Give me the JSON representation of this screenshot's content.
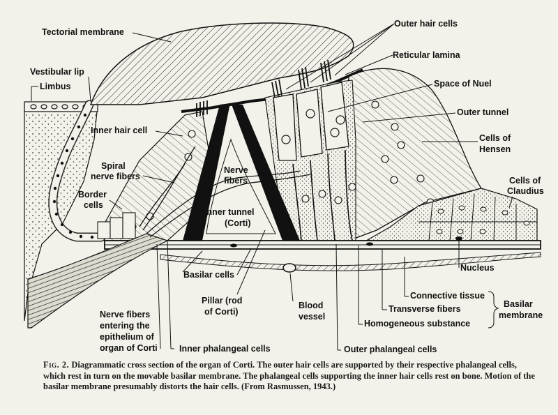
{
  "labels": {
    "tectorial_membrane": "Tectorial membrane",
    "outer_hair_cells": "Outer hair cells",
    "reticular_lamina": "Reticular lamina",
    "vestibular_lip": "Vestibular lip",
    "limbus": "Limbus",
    "space_of_nuel": "Space of Nuel",
    "outer_tunnel": "Outer tunnel",
    "inner_hair_cell": "Inner hair cell",
    "cells_of_hensen_1": "Cells of",
    "cells_of_hensen_2": "Hensen",
    "spiral_nerve_fibers_1": "Spiral",
    "spiral_nerve_fibers_2": "nerve fibers",
    "nerve_fibers_1": "Nerve",
    "nerve_fibers_2": "fibers",
    "cells_of_claudius_1": "Cells of",
    "cells_of_claudius_2": "Claudius",
    "border_cells_1": "Border",
    "border_cells_2": "cells",
    "inner_tunnel_1": "Inner tunnel",
    "inner_tunnel_2": "(Corti)",
    "nucleus": "Nucleus",
    "basilar_cells": "Basilar cells",
    "connective_tissue": "Connective tissue",
    "pillar_1": "Pillar (rod",
    "pillar_2": "of Corti)",
    "blood_vessel_1": "Blood",
    "blood_vessel_2": "vessel",
    "transverse_fibers": "Transverse fibers",
    "basilar_membrane_1": "Basilar",
    "basilar_membrane_2": "membrane",
    "homogeneous_substance": "Homogeneous substance",
    "nerve_fibers_entering_1": "Nerve fibers",
    "nerve_fibers_entering_2": "entering the",
    "nerve_fibers_entering_3": "epithelium of",
    "nerve_fibers_entering_4": "organ of Corti",
    "inner_phalangeal_cells": "Inner phalangeal cells",
    "outer_phalangeal_cells": "Outer phalangeal cells"
  },
  "caption": {
    "fig_number": "Fig. 2.",
    "text": "Diagrammatic cross section of the organ of Corti. The outer hair cells are supported by their respective phalangeal cells, which rest in turn on the movable basilar membrane. The phalangeal cells supporting the inner hair cells rest on bone. Motion of the basilar membrane presumably distorts the hair cells. (From Rasmussen, 1943.)"
  }
}
